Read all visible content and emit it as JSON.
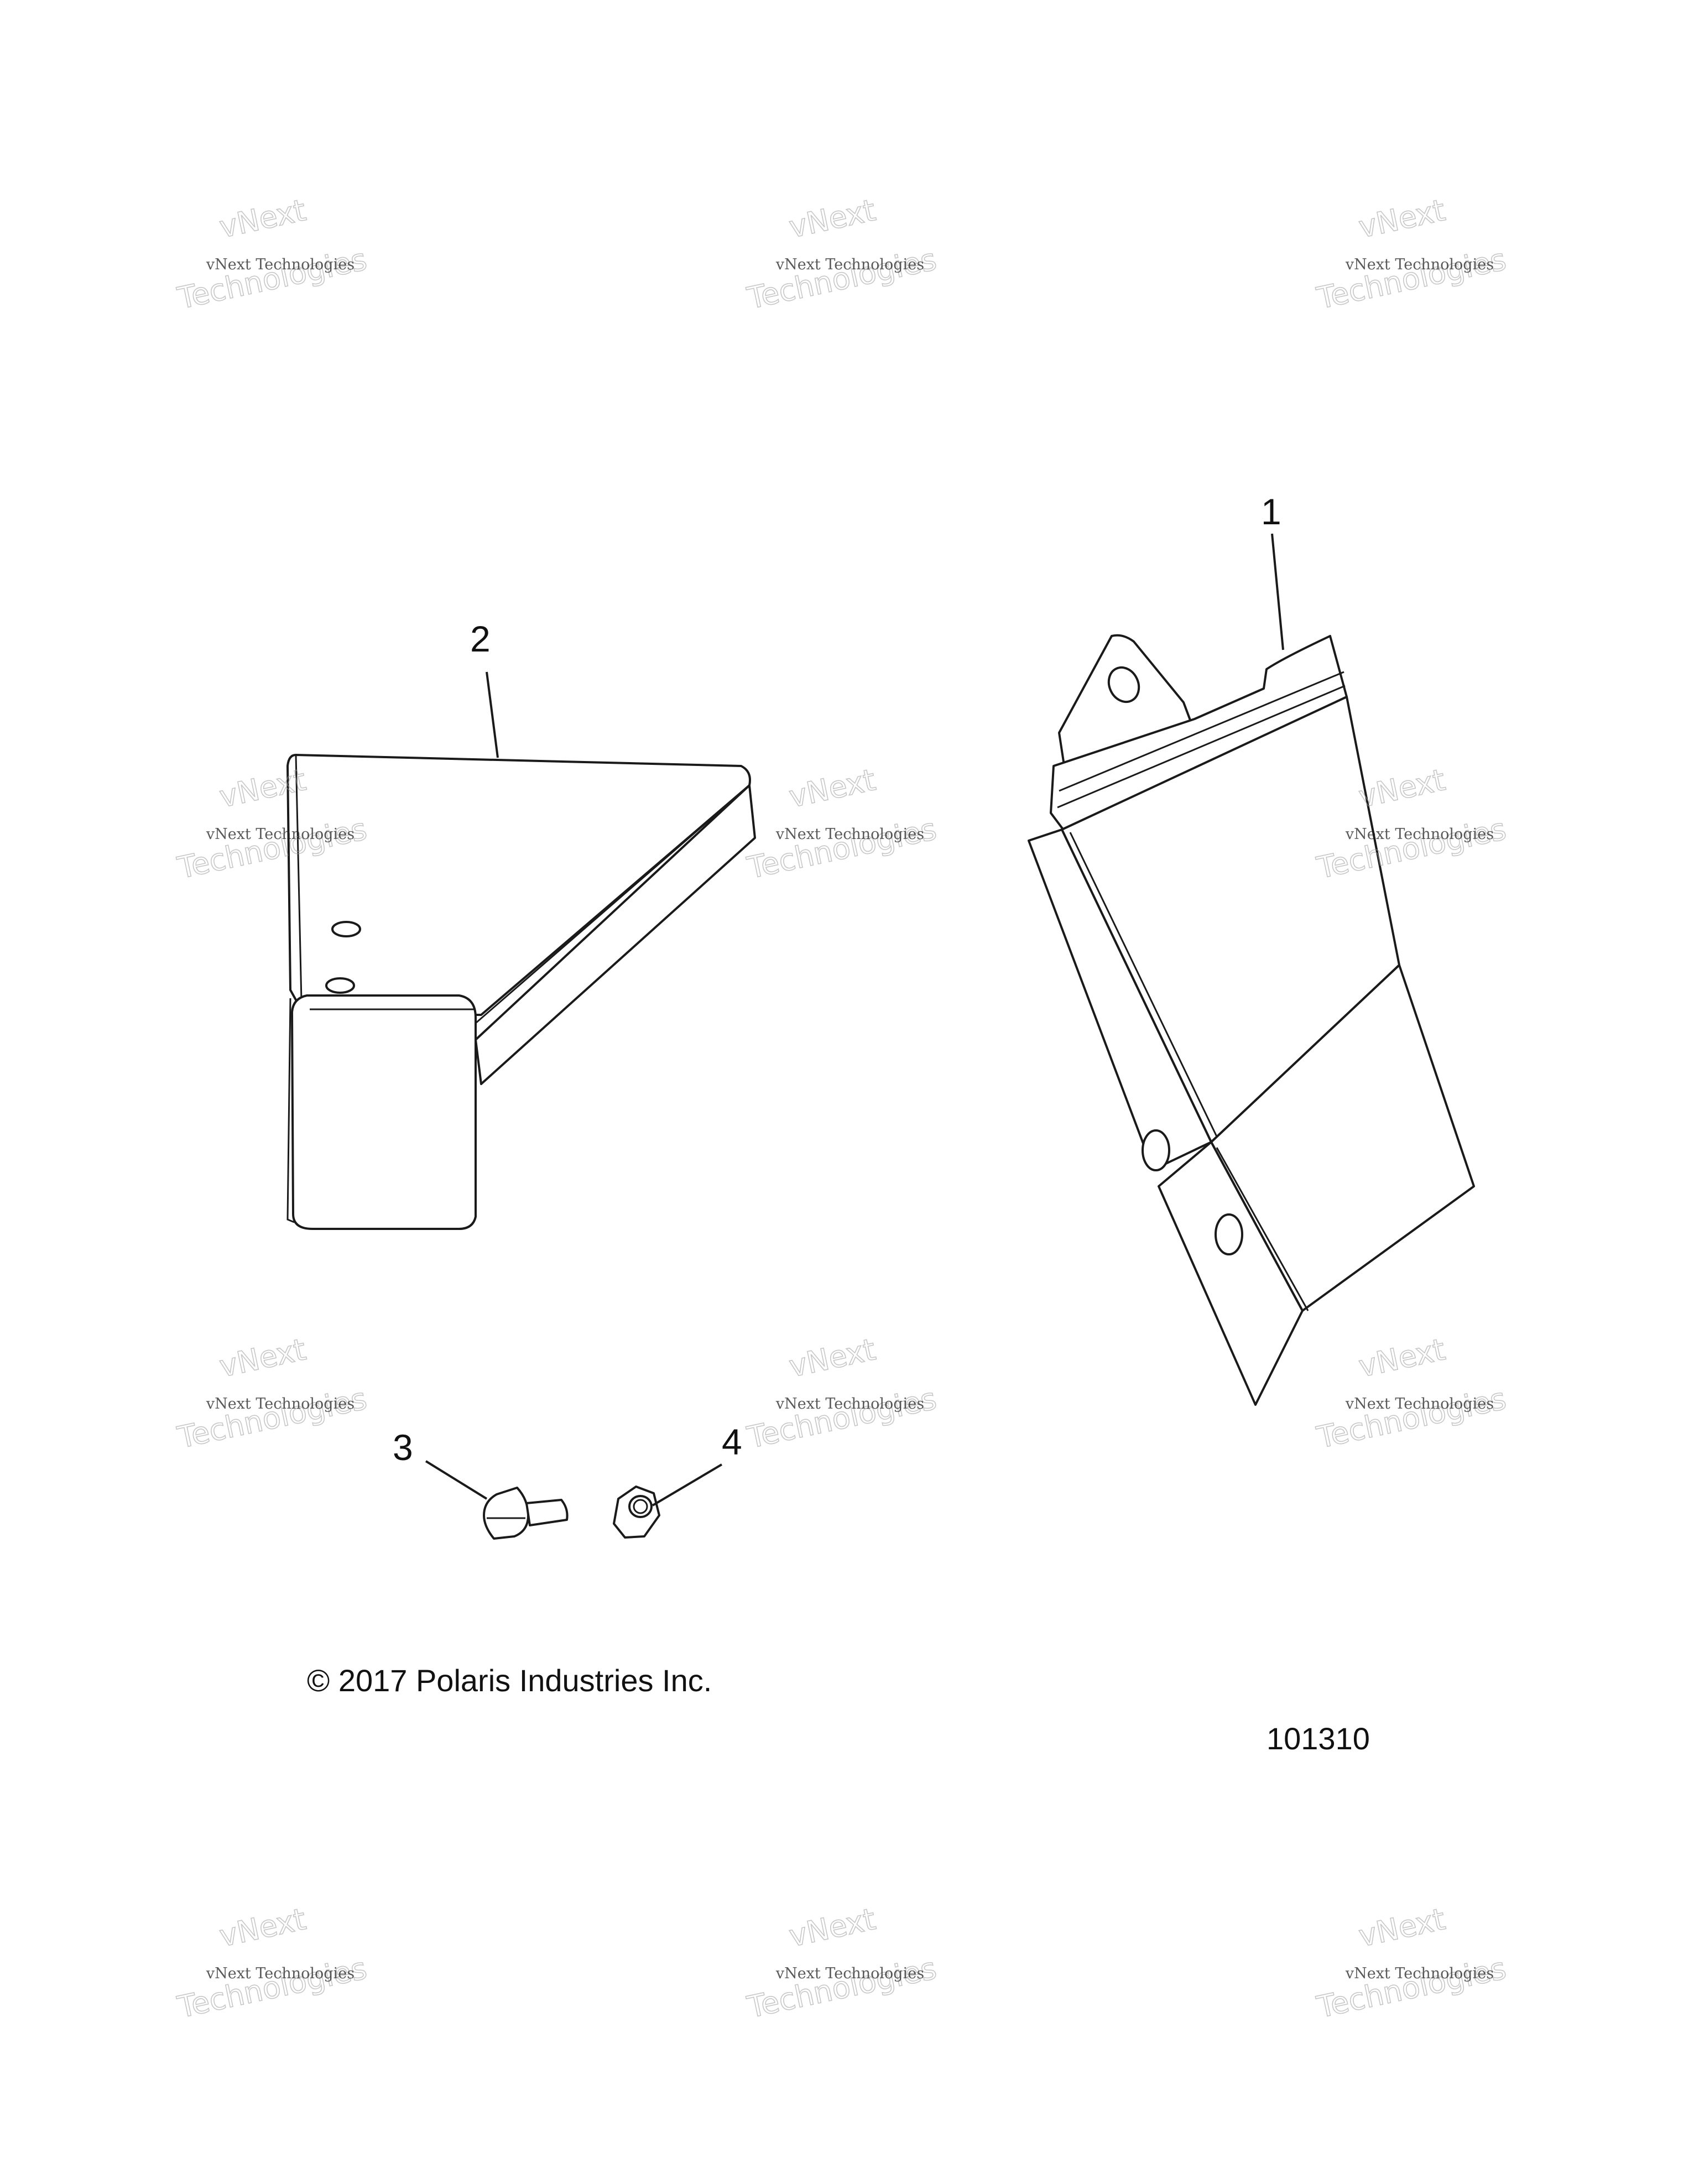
{
  "callouts": [
    {
      "id": "1",
      "label": "1"
    },
    {
      "id": "2",
      "label": "2"
    },
    {
      "id": "3",
      "label": "3"
    },
    {
      "id": "4",
      "label": "4"
    }
  ],
  "footer": {
    "copyright": "© 2017 Polaris Industries Inc.",
    "figure_number": "101310"
  },
  "watermark": {
    "line_small": "vNext Technologies",
    "line_big_1": "vNext",
    "line_big_2": "Technologies"
  },
  "colors": {
    "line": "#1a1a1a",
    "background": "#ffffff"
  }
}
